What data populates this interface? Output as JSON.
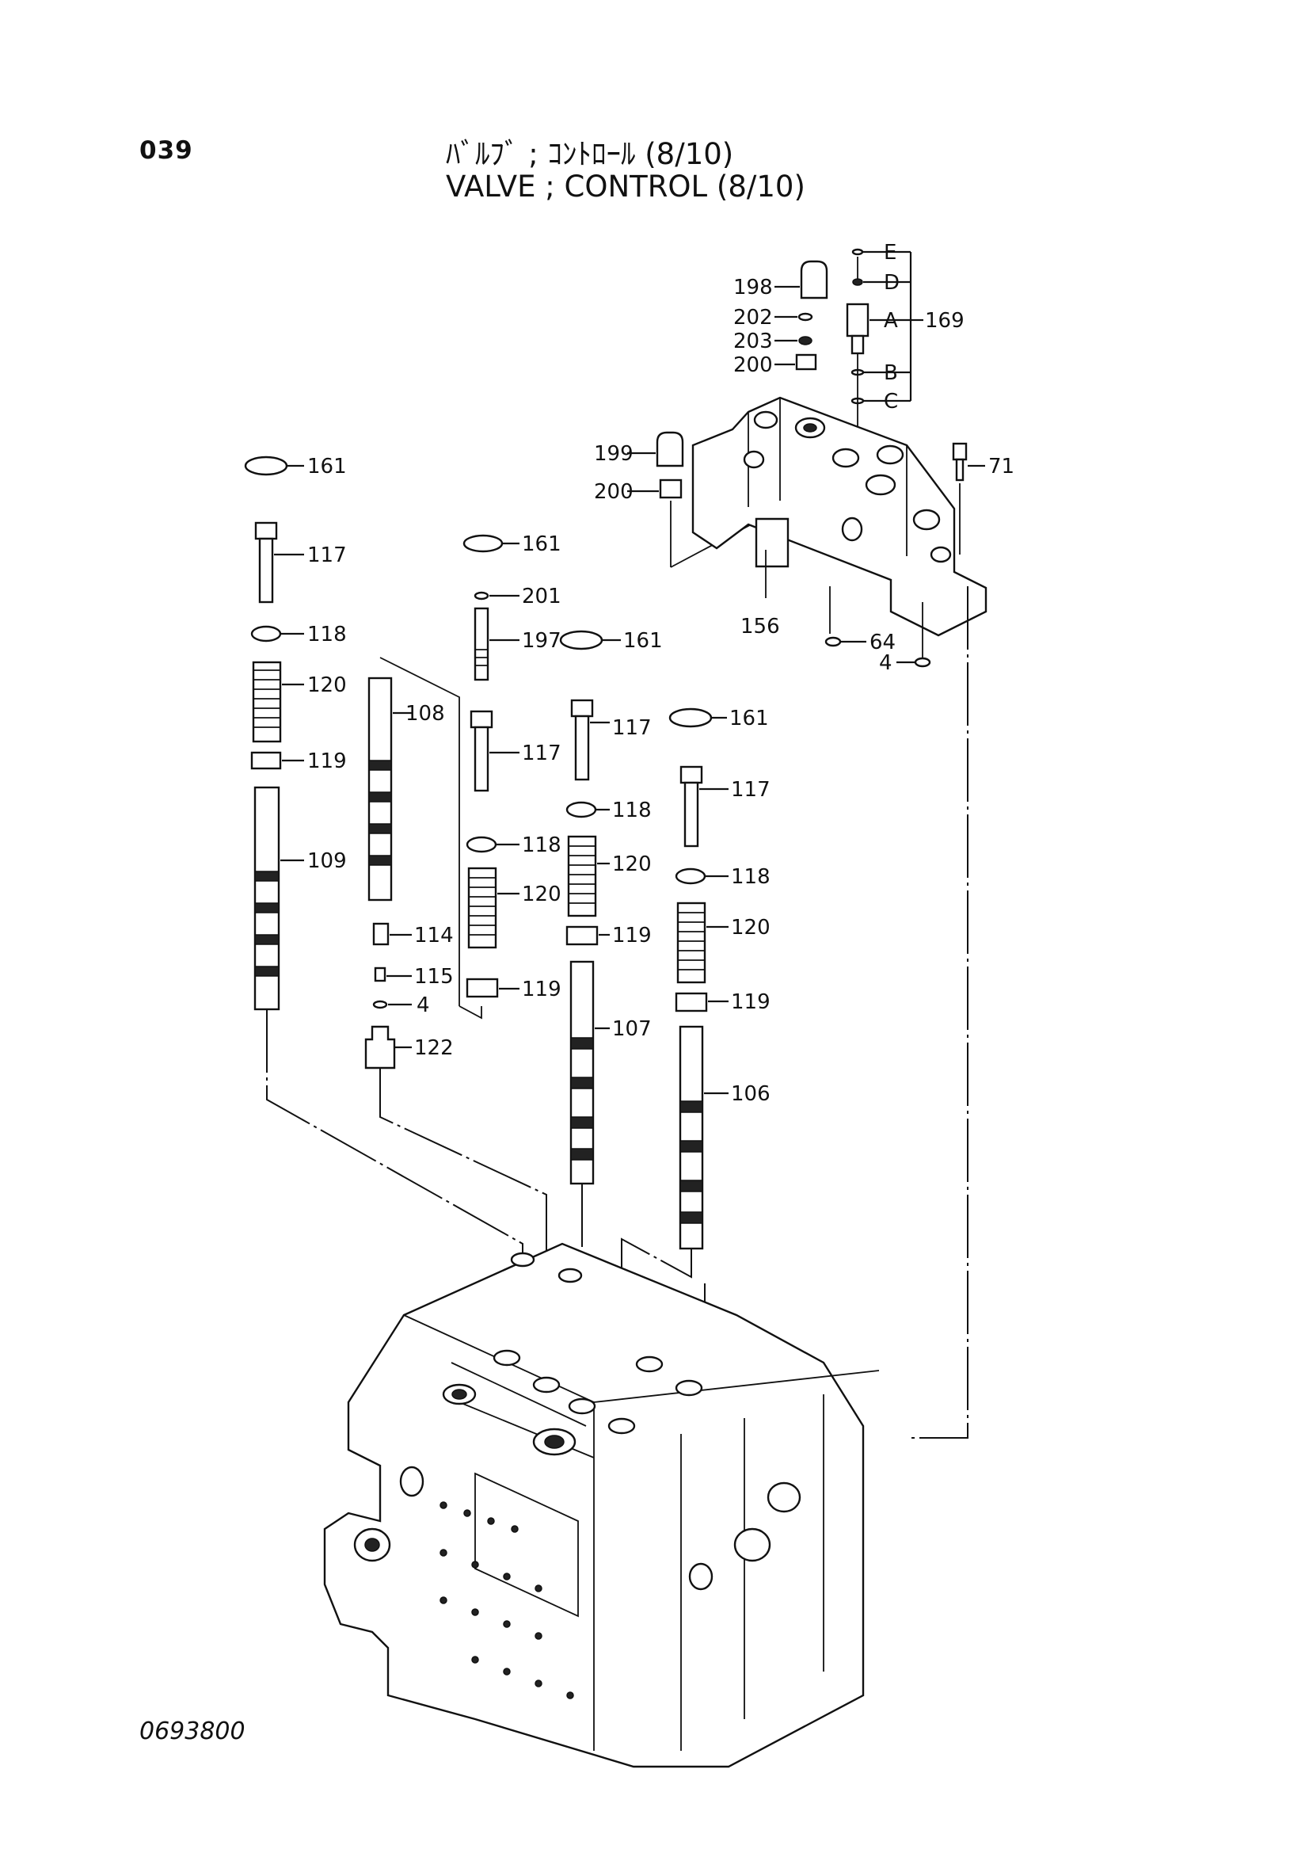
{
  "header": {
    "page_number": "039",
    "title_jp": "ﾊﾞﾙﾌﾞ ; ｺﾝﾄﾛｰﾙ (8/10)",
    "title_en": "VALVE ; CONTROL (8/10)"
  },
  "footer": {
    "document_number": "0693800"
  },
  "labels": {
    "p198": "198",
    "p202": "202",
    "p203": "203",
    "p200a": "200",
    "p199": "199",
    "p200b": "200",
    "p156": "156",
    "p64": "64",
    "p4a": "4",
    "p71": "71",
    "p169": "169",
    "pE": "E",
    "pD": "D",
    "pA": "A",
    "pB": "B",
    "pC": "C",
    "c1_161": "161",
    "c1_117": "117",
    "c1_118": "118",
    "c1_120": "120",
    "c1_119": "119",
    "c1_109": "109",
    "c2_108": "108",
    "c2_114": "114",
    "c2_115": "115",
    "c2_4": "4",
    "c2_122": "122",
    "c3_161": "161",
    "c3_201": "201",
    "c3_197": "197",
    "c3_117": "117",
    "c3_118": "118",
    "c3_120": "120",
    "c3_119": "119",
    "c4_161": "161",
    "c4_117": "117",
    "c4_118": "118",
    "c4_120": "120",
    "c4_119": "119",
    "c4_107": "107",
    "c5_161": "161",
    "c5_117": "117",
    "c5_118": "118",
    "c5_120": "120",
    "c5_119": "119",
    "c5_106": "106"
  }
}
